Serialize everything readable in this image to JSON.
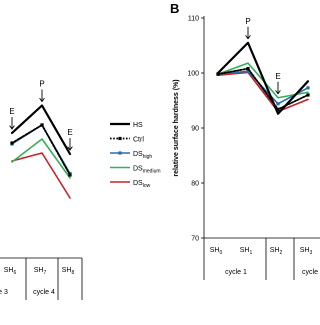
{
  "panel_letter": "B",
  "chart_data": [
    {
      "type": "line",
      "panel": "left-cropped",
      "title": "",
      "xlabel": "",
      "ylabel": "",
      "x": [
        "SH6",
        "SH7",
        "SH8"
      ],
      "x_tick_labels": [
        {
          "main": "SH",
          "sub": "6"
        },
        {
          "main": "SH",
          "sub": "7"
        },
        {
          "main": "SH",
          "sub": "8"
        }
      ],
      "group_labels": [
        "e 3",
        "cycle 4"
      ],
      "ylim": [
        70,
        110
      ],
      "series": [
        {
          "name": "HS",
          "values": [
            95,
            100.5,
            90.8
          ]
        },
        {
          "name": "Ctrl",
          "values": [
            93,
            96.6,
            86.6
          ]
        },
        {
          "name": "DS_high",
          "values": [
            92.8,
            96.6,
            86.9
          ]
        },
        {
          "name": "DS_medium",
          "values": [
            89.2,
            93.8,
            86.0
          ]
        },
        {
          "name": "DS_low",
          "values": [
            89.4,
            91.0,
            82.0
          ]
        }
      ],
      "annotations": [
        {
          "text": "E",
          "x": "SH6"
        },
        {
          "text": "P",
          "x": "SH7"
        },
        {
          "text": "E",
          "x": "SH8"
        }
      ],
      "legend": {
        "placement": "right",
        "entries": [
          {
            "main": "HS",
            "sub": ""
          },
          {
            "main": "Ctrl",
            "sub": ""
          },
          {
            "main": "DS",
            "sub": "high"
          },
          {
            "main": "DS",
            "sub": "medium"
          },
          {
            "main": "DS",
            "sub": "low"
          }
        ]
      }
    },
    {
      "type": "line",
      "panel": "B",
      "title": "",
      "xlabel": "",
      "ylabel": "relative surface hardness (%)",
      "x": [
        "SH0",
        "SH1",
        "SH2",
        "SH3"
      ],
      "x_tick_labels": [
        {
          "main": "SH",
          "sub": "0"
        },
        {
          "main": "SH",
          "sub": "1"
        },
        {
          "main": "SH",
          "sub": "2"
        },
        {
          "main": "SH",
          "sub": "3"
        }
      ],
      "group_labels": [
        "cycle 1",
        "cycle"
      ],
      "ylim": [
        70,
        110
      ],
      "yticks": [
        70,
        80,
        90,
        100,
        110
      ],
      "y_tick_labels": [
        "70",
        "80",
        "90",
        "100",
        "110"
      ],
      "series": [
        {
          "name": "HS",
          "values": [
            100,
            105.5,
            92.6,
            98.5
          ]
        },
        {
          "name": "Ctrl",
          "values": [
            99.8,
            100.8,
            93.4,
            96.0
          ]
        },
        {
          "name": "DS_high",
          "values": [
            99.8,
            100.3,
            94.4,
            97.3
          ]
        },
        {
          "name": "DS_medium",
          "values": [
            99.8,
            101.8,
            95.5,
            96.5
          ]
        },
        {
          "name": "DS_low",
          "values": [
            99.6,
            100.1,
            93.0,
            95.2
          ]
        }
      ],
      "annotations": [
        {
          "text": "P",
          "x": "SH1"
        },
        {
          "text": "E",
          "x": "SH2"
        }
      ]
    }
  ],
  "colors": {
    "HS": "#000000",
    "Ctrl": "#000000",
    "DS_high": "#2e6ca8",
    "DS_medium": "#35b05a",
    "DS_low": "#c4232b",
    "axis": "#000000"
  }
}
